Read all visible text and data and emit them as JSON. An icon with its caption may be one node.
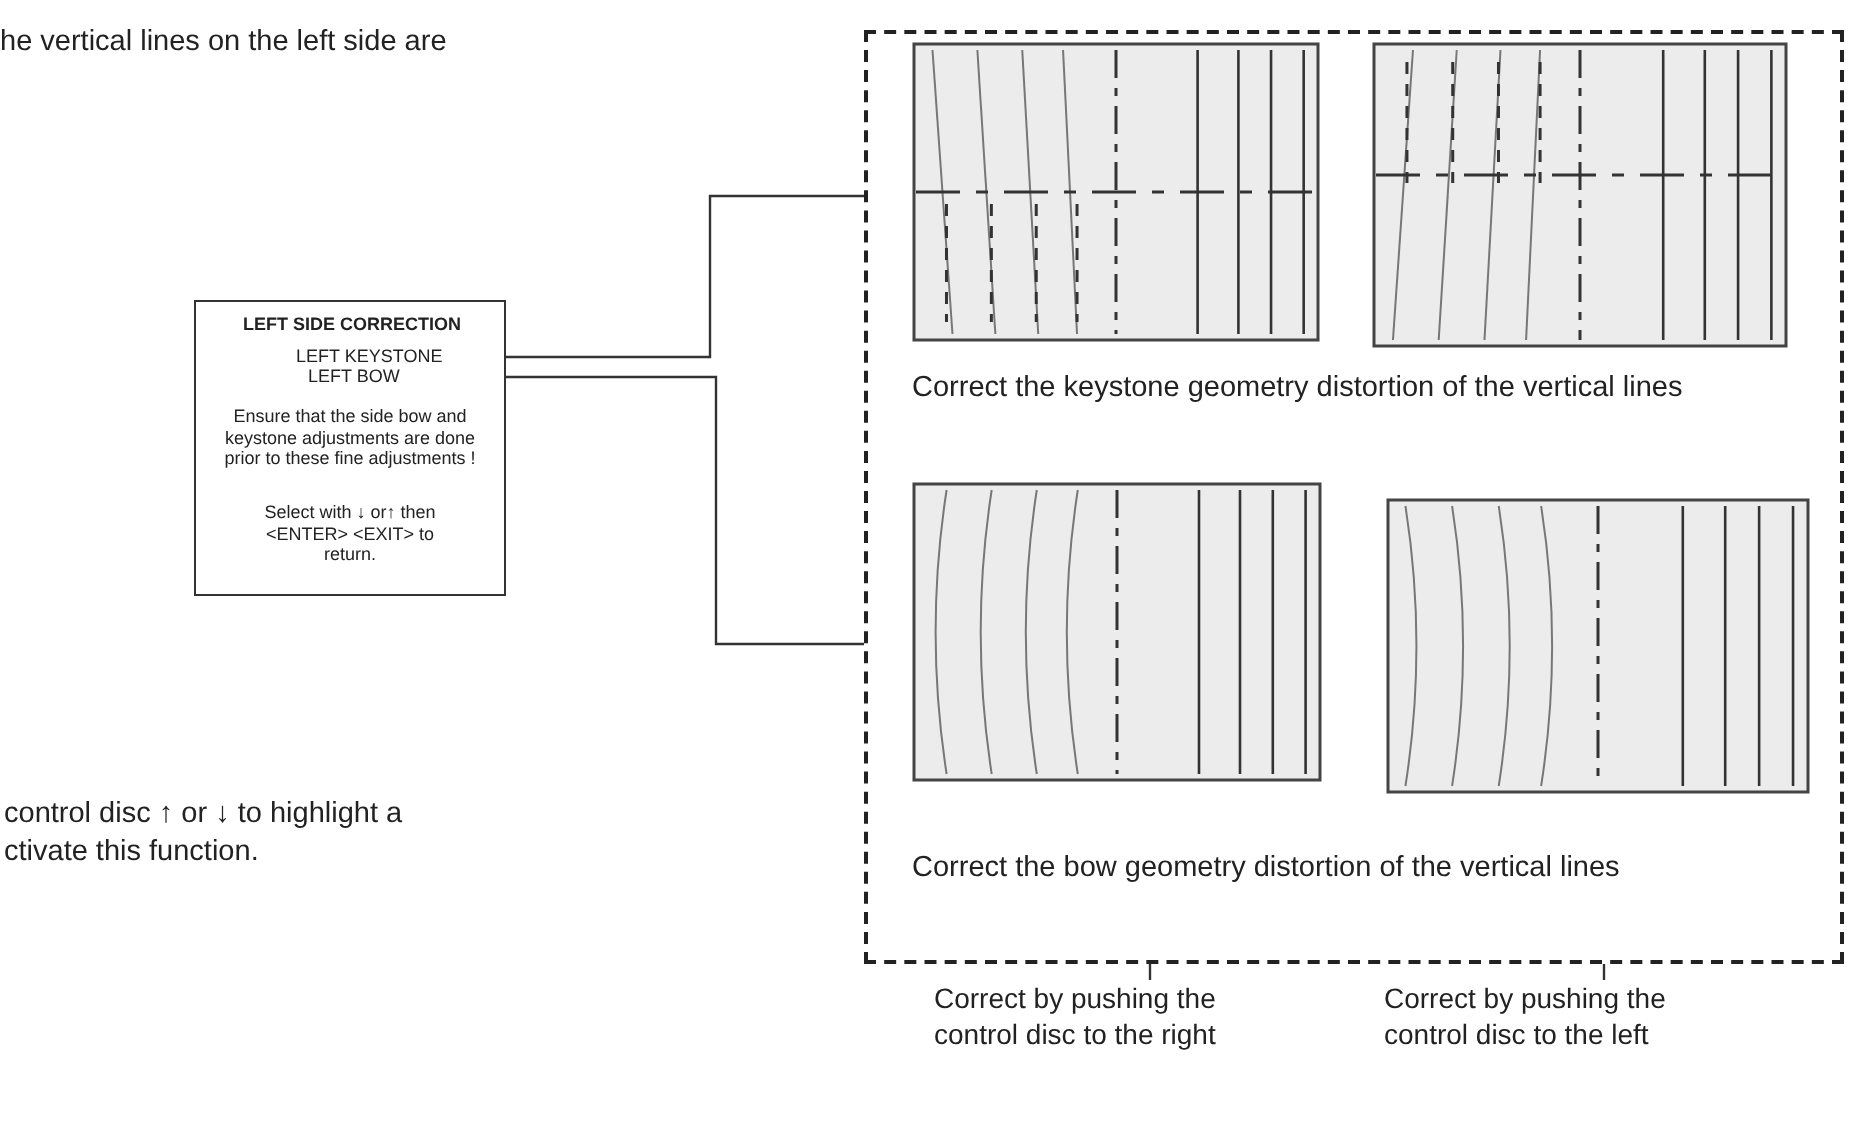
{
  "diagram": {
    "nodes": [
      {
        "text": [
          "LEFT SIDE CORRECTION",
          "Ensure that the side bow and keystone adjustments are done prior to these fine adjustments !",
          "Select with ↓ or↑ then <ENTER> <EXIT> to return."
        ]
      },
      {
        "text": [
          "LEFT KEYSTONE"
        ],
        "in": 0
      },
      {
        "text": [
          "LEFT BOW"
        ],
        "in": 0
      },
      {
        "text": [
          "Correct the keystone geometry distortion of the vertical lines",
          "Correct the bow geometry distortion of the vertical lines"
        ]
      },
      {
        "text": [
          "Correct by pushing the control disc to the right"
        ]
      },
      {
        "text": [
          "Correct by pushing the control disc to the left"
        ]
      }
    ],
    "edges": [
      {
        "from": 1,
        "to": 3,
        "arrow": "none"
      },
      {
        "from": 2,
        "to": 3,
        "arrow": "none"
      },
      {
        "from": 4,
        "to": 3,
        "arrow": "none"
      },
      {
        "from": 5,
        "to": 3,
        "arrow": "none"
      }
    ],
    "labels": [
      "he vertical lines on the left side are",
      "control disc ↑ or ↓ to highlight a ctivate this function."
    ]
  }
}
